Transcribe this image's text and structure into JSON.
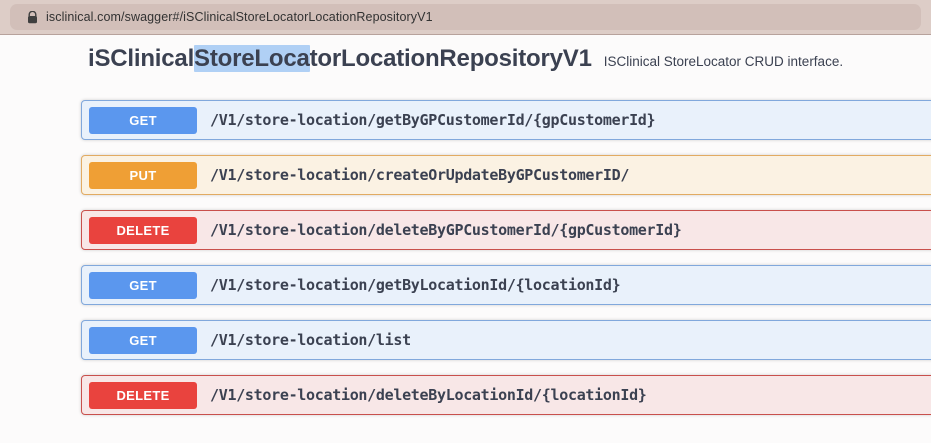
{
  "browser": {
    "url": "isclinical.com/swagger#/iSClinicalStoreLocatorLocationRepositoryV1"
  },
  "header": {
    "title_before_selection": "iSClinical",
    "title_selected": "StoreLoca",
    "title_after_selection": "torLocationRepositoryV1",
    "description": "ISClinical StoreLocator CRUD interface."
  },
  "endpoints": [
    {
      "method": "GET",
      "type": "get",
      "path": "/V1/store-location/getByGPCustomerId/{gpCustomerId}"
    },
    {
      "method": "PUT",
      "type": "put",
      "path": "/V1/store-location/createOrUpdateByGPCustomerID/"
    },
    {
      "method": "DELETE",
      "type": "delete",
      "path": "/V1/store-location/deleteByGPCustomerId/{gpCustomerId}"
    },
    {
      "method": "GET",
      "type": "get",
      "path": "/V1/store-location/getByLocationId/{locationId}"
    },
    {
      "method": "GET",
      "type": "get",
      "path": "/V1/store-location/list"
    },
    {
      "method": "DELETE",
      "type": "delete",
      "path": "/V1/store-location/deleteByLocationId/{locationId}"
    }
  ],
  "colors": {
    "selection": "#b0d0f5",
    "get": {
      "badge": "#5b97ee",
      "row_bg": "#e9f1fb",
      "border": "#81a8dc"
    },
    "put": {
      "badge": "#ef9f35",
      "row_bg": "#fbf2e3",
      "border": "#e2ab62"
    },
    "delete": {
      "badge": "#e9433e",
      "row_bg": "#f8e7e7",
      "border": "#c9504c"
    }
  }
}
